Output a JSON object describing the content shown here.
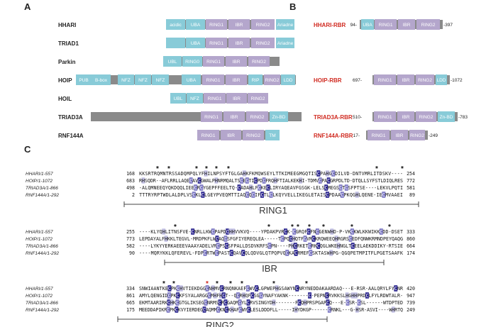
{
  "panels": {
    "a": "A",
    "b": "B",
    "c": "C"
  },
  "colors": {
    "blue": "#88cbd8",
    "purple": "#b4a6cc",
    "gray": "#8a8a8a",
    "red": "#d02a20",
    "shade_dark": "#2d2790",
    "shade_mid": "#7c78c4",
    "shade_light": "#c7c5e8"
  },
  "panel_a": [
    {
      "name": "HHARI",
      "domains": [
        "acidic",
        "UBA",
        "RING1",
        "IBR",
        "RING2",
        "Ariadne"
      ]
    },
    {
      "name": "TRIAD1",
      "domains": [
        "",
        "UBA",
        "RING1",
        "IBR",
        "RING2",
        "Ariadne"
      ]
    },
    {
      "name": "Parkin",
      "domains": [
        "UBL",
        "RING0",
        "RING1",
        "IBR",
        "RING2"
      ]
    },
    {
      "name": "HOIP",
      "domains": [
        "PUB",
        "B-box",
        "NFZ",
        "NFZ",
        "NFZ",
        "UBA",
        "RING1",
        "IBR",
        "RIP",
        "RING2",
        "LDD"
      ]
    },
    {
      "name": "HOIL",
      "domains": [
        "UBL",
        "NFZ",
        "RING1",
        "IBR",
        "RING2"
      ]
    },
    {
      "name": "TRIAD3A",
      "domains": [
        "RING1",
        "IBR",
        "RING2",
        "Zn-BD"
      ]
    },
    {
      "name": "RNF144A",
      "domains": [
        "RING1",
        "IBR",
        "RING2",
        "TM"
      ]
    }
  ],
  "panel_b": [
    {
      "name": "HHARI-RBR",
      "start": "94",
      "end": "397",
      "domains": [
        "UBA",
        "RING1",
        "IBR",
        "RING2"
      ]
    },
    {
      "name": "HOIP-RBR",
      "start": "697",
      "end": "1072",
      "domains": [
        "RING1",
        "IBR",
        "RING2",
        "LDD"
      ]
    },
    {
      "name": "TRIAD3A-RBR",
      "start": "510",
      "end": "783",
      "domains": [
        "RING1",
        "IBR",
        "RING2",
        "Zn-BD"
      ]
    },
    {
      "name": "RNF144A-RBR",
      "start": "17",
      "end": "249",
      "domains": [
        "RING1",
        "IBR",
        "RING2"
      ]
    }
  ],
  "alignment": [
    {
      "region": "RING1",
      "rows": [
        {
          "name": "HHARI/1-557",
          "start": "168",
          "seq": "KKSRTRQMNTRSSADQMPQLYFHILNPSYFTGLGAHKFKMQWSEYLTTKIMEEGMGQTISCPAHGCDILVD-DNTVMRLITDSKV----",
          "end": "254"
        },
        {
          "name": "HOIP/1-1072",
          "start": "683",
          "seq": "RHSQDR--AFLRRLLAQECAVCGWALPHNRMQALTSCECTICPDCFRQHFTIALKEKHI-TDMVCPACGRPDLTD-DTQLLSYFSTLDIQLRES",
          "end": "772"
        },
        {
          "name": "TRIAD3A/1-866",
          "start": "498",
          "seq": "-ALQMNEEQYQKDQQLIEECRCYGEPFFEELTQ-CADAHLFCKECLIRYAQEAVFGSGK-LELSCMEGSCTCSFPTSE----LEKVLPQTI",
          "end": "581"
        },
        {
          "name": "RNF144A/1-292",
          "start": "2",
          "seq": "TTTRYRPTWDLALDPLVSCKLCLGEYPVEQMTTIAQCQCIFCTLCLKQYVELLIKEGLETAISCPDAACPKQGHLQENE-IECMVAAEI",
          "end": "89"
        }
      ],
      "stars": [
        "*",
        "*",
        "*",
        "*",
        "*",
        "*",
        "*",
        "*"
      ]
    },
    {
      "region": "IBR",
      "rows": [
        {
          "name": "HHARI/1-557",
          "start": "255",
          "seq": "----KLYQHLITNSFVE-CNRLLKWCPAPDCHHVVKVQ----YPDAKPVRCK-CGRQFCFNCGENWHD-P-VKCKWLKKWIKKCDD-DSET",
          "end": "333"
        },
        {
          "name": "HOIP/1-1072",
          "start": "773",
          "seq": "LEPDAYALFHKKLTEGVL-MRDPKFLWCAQCSFGFIYEREQLEA-----TCPQCHQTFCVRCKRQWEEQHRGRSCEDFQNWKRMNDPEYQAQG",
          "end": "860"
        },
        {
          "name": "TRIAD3A/1-866",
          "start": "582",
          "seq": "----LYKYYERKAEEEVAAAYADELVRCPSCSFPALLDSDVKRFSCPN----PHCRKETCRKCQGLWKEHNGLTCEELAEKDDIKY-RTSIE",
          "end": "664"
        },
        {
          "name": "RNF144A/1-292",
          "start": "90",
          "seq": "----MQRYKKLQFEREVL-FDPCRTWCPASTCQAVCQLQDVGLQTPQPVQCKACRMEFCSKTASWHPG-QGQPETMPITFLPGETSAAFK",
          "end": "174"
        }
      ],
      "stars": [
        "*",
        "*",
        "*",
        "*",
        "*",
        "*",
        "*",
        "*"
      ]
    },
    {
      "region": "RING2",
      "rows": [
        {
          "name": "HHARI/1-557",
          "start": "334",
          "seq": "SNWIAANTKECPKCHVTIEKDGGCNHMVCRNQNKAEFCWVCLGPWEPHGSAWYNCNRYNEDDAKAARDAQ---E-RSR-AALQRYLFYCNR",
          "end": "420"
        },
        {
          "name": "HOIP/1-1072",
          "start": "861",
          "seq": "AMYLQENGIDCPKCKFSYALARGGCMHFHCT--QCRHQFCSGCYNAFYAKNK-------C-PEPNCRVKKSLHGHHPRDCLFYLRDWTALR-",
          "end": "947"
        },
        {
          "name": "TRIAD3A/1-866",
          "start": "665",
          "seq": "EKMTAARIRKCHKCGTGLIKSEGCNRMSCRCGAQMCYLCRVSINGYDH-------FCQHPRSPGAPCQ---E-CSR-CSL------WTDPTED",
          "end": "739"
        },
        {
          "name": "RNF144A/1-292",
          "start": "175",
          "seq": "MEEDDAPIKRCPKCKVYIERDEGCAQMMCKNCKHAFCWYCLESLDDDFLL-----IHYDKGP------CRNKL---G-HSR-ASVI----WHRTQ",
          "end": "249"
        }
      ],
      "stars": [
        "*",
        "*",
        "*",
        "*",
        "*",
        "*",
        "*",
        "*"
      ]
    }
  ]
}
